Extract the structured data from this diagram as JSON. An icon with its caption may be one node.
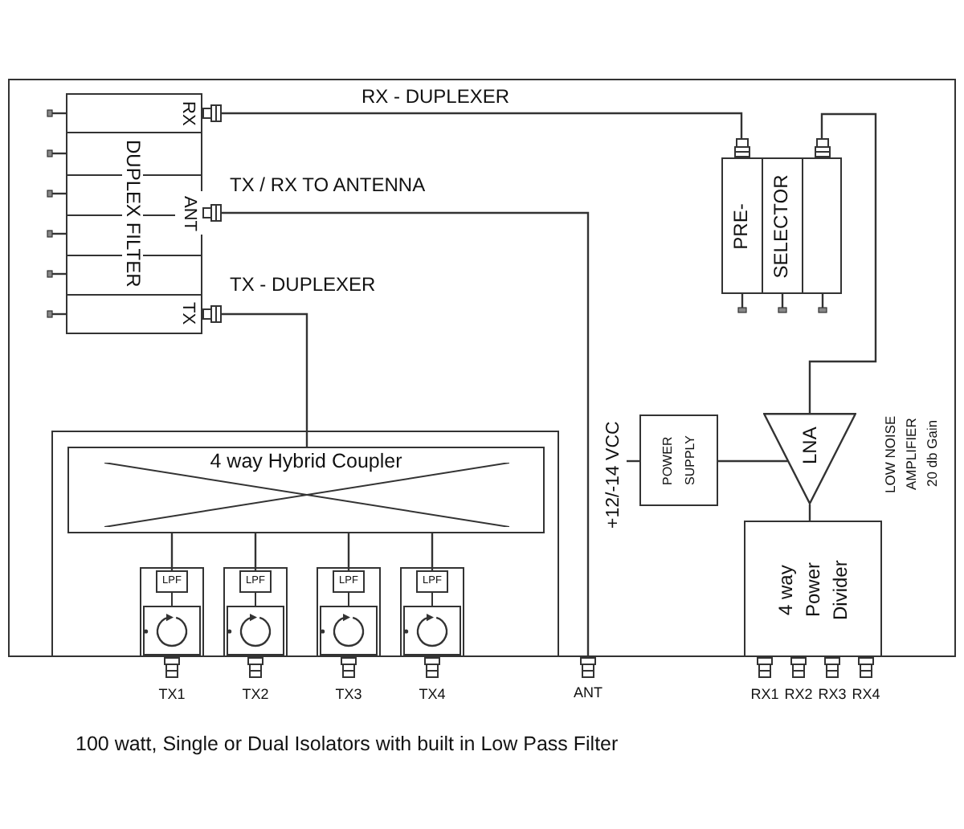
{
  "diagram": {
    "caption": "100 watt, Single or Dual Isolators with built in Low Pass Filter",
    "nodes": [
      {
        "text": [],
        "shape": "box"
      },
      {
        "text": [
          "DUPLEX FILTER"
        ],
        "in": 0
      },
      {
        "text": [
          "RX"
        ],
        "in": 1
      },
      {
        "text": [
          "ANT"
        ],
        "in": 1
      },
      {
        "text": [
          "TX"
        ],
        "in": 1
      },
      {
        "text": [
          "PRE-",
          "SELECTOR"
        ],
        "in": 0
      },
      {
        "text": [
          "+12/-14 VCC"
        ],
        "in": 0
      },
      {
        "text": [
          "POWER SUPPLY"
        ],
        "in": 0
      },
      {
        "text": [
          "LNA"
        ],
        "beside": [
          "LOW NOISE AMPLIFIER 20 db Gain"
        ],
        "in": 0
      },
      {
        "text": [],
        "shape": "box",
        "in": 0
      },
      {
        "text": [
          "4 way Hybrid Coupler"
        ],
        "in": 9
      },
      {
        "text": [],
        "shape": "box",
        "in": 9
      },
      {
        "text": [
          "LPF"
        ],
        "in": 11
      },
      {
        "text": [],
        "shape": "box",
        "in": 9
      },
      {
        "text": [
          "LPF"
        ],
        "in": 13
      },
      {
        "text": [],
        "shape": "box",
        "in": 9
      },
      {
        "text": [
          "LPF"
        ],
        "in": 15
      },
      {
        "text": [],
        "shape": "box",
        "in": 9
      },
      {
        "text": [
          "LPF"
        ],
        "in": 17
      },
      {
        "text": [
          "4 way Power Divider"
        ],
        "in": 0
      },
      {
        "text": [
          "ANT"
        ]
      }
    ],
    "edges": [
      {
        "from": 2,
        "to": 5,
        "arrow": "none",
        "label": "RX - DUPLEXER"
      },
      {
        "from": 3,
        "to": 20,
        "arrow": "none",
        "label": "TX / RX TO ANTENNA"
      },
      {
        "from": 4,
        "to": 10,
        "arrow": "none",
        "label": "TX - DUPLEXER"
      },
      {
        "from": 5,
        "to": 8,
        "arrow": "none"
      },
      {
        "from": 6,
        "to": 7,
        "arrow": "none"
      },
      {
        "from": 7,
        "to": 8,
        "arrow": "none"
      },
      {
        "from": 8,
        "to": 19,
        "arrow": "none"
      },
      {
        "from": 10,
        "to": 12,
        "arrow": "none"
      },
      {
        "from": 10,
        "to": 14,
        "arrow": "none"
      },
      {
        "from": 10,
        "to": 16,
        "arrow": "none"
      },
      {
        "from": 10,
        "to": 18,
        "arrow": "none"
      }
    ],
    "labels": [
      "TX1",
      "TX2",
      "TX3",
      "TX4",
      "RX1",
      "RX2",
      "RX3",
      "RX4"
    ]
  }
}
